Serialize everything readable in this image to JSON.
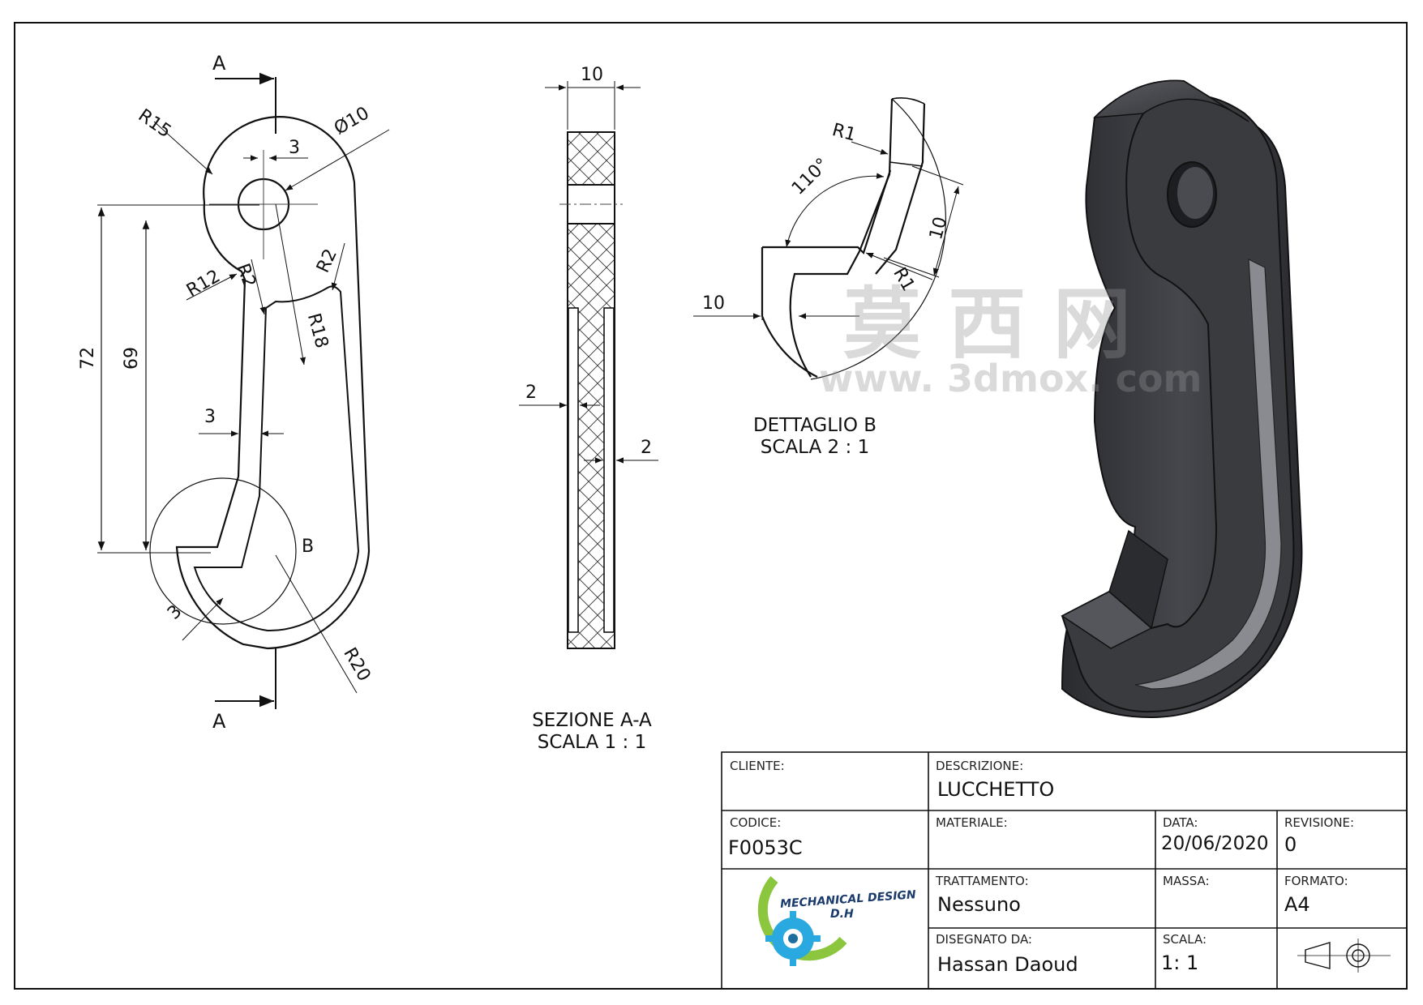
{
  "front_view": {
    "section_letter_top": "A",
    "section_letter_bottom": "A",
    "detail_letter": "B",
    "dims": {
      "r15": "R15",
      "phi10": "Ø10",
      "three_top": "3",
      "r12": "R12",
      "r2_left": "R2",
      "r2_right": "R2",
      "r18": "R18",
      "h72": "72",
      "h69": "69",
      "three_mid": "3",
      "three_bottom": "3",
      "r20": "R20"
    }
  },
  "section_view": {
    "dims": {
      "width10": "10",
      "left2": "2",
      "right2": "2"
    },
    "title_line1": "SEZIONE A-A",
    "title_line2": "SCALA 1 : 1"
  },
  "detail_view": {
    "dims": {
      "r1_top": "R1",
      "angle": "110°",
      "ten_diag": "10",
      "r1_inner": "R1",
      "ten_horiz": "10"
    },
    "title_line1": "DETTAGLIO B",
    "title_line2": "SCALA 2 : 1"
  },
  "watermark": {
    "chinese": "莫 西 网",
    "url": "www. 3dmox. com"
  },
  "title_block": {
    "cliente_label": "CLIENTE:",
    "descrizione_label": "DESCRIZIONE:",
    "descrizione_value": "LUCCHETTO",
    "codice_label": "CODICE:",
    "codice_value": "F0053C",
    "materiale_label": "MATERIALE:",
    "data_label": "DATA:",
    "data_value": "20/06/2020",
    "revisione_label": "REVISIONE:",
    "revisione_value": "0",
    "trattamento_label": "TRATTAMENTO:",
    "trattamento_value": "Nessuno",
    "massa_label": "MASSA:",
    "formato_label": "FORMATO:",
    "formato_value": "A4",
    "disegnato_label": "DISEGNATO DA:",
    "disegnato_value": "Hassan Daoud",
    "scala_label": "SCALA:",
    "scala_value": "1: 1",
    "logo_line1": "MECHANICAL DESIGN",
    "logo_line2": "D.H"
  },
  "colors": {
    "line": "#111111",
    "hatch": "#333333",
    "part_dark": "#3a3b3f",
    "logo_green": "#8cc63f",
    "logo_blue": "#2aa8e0"
  }
}
